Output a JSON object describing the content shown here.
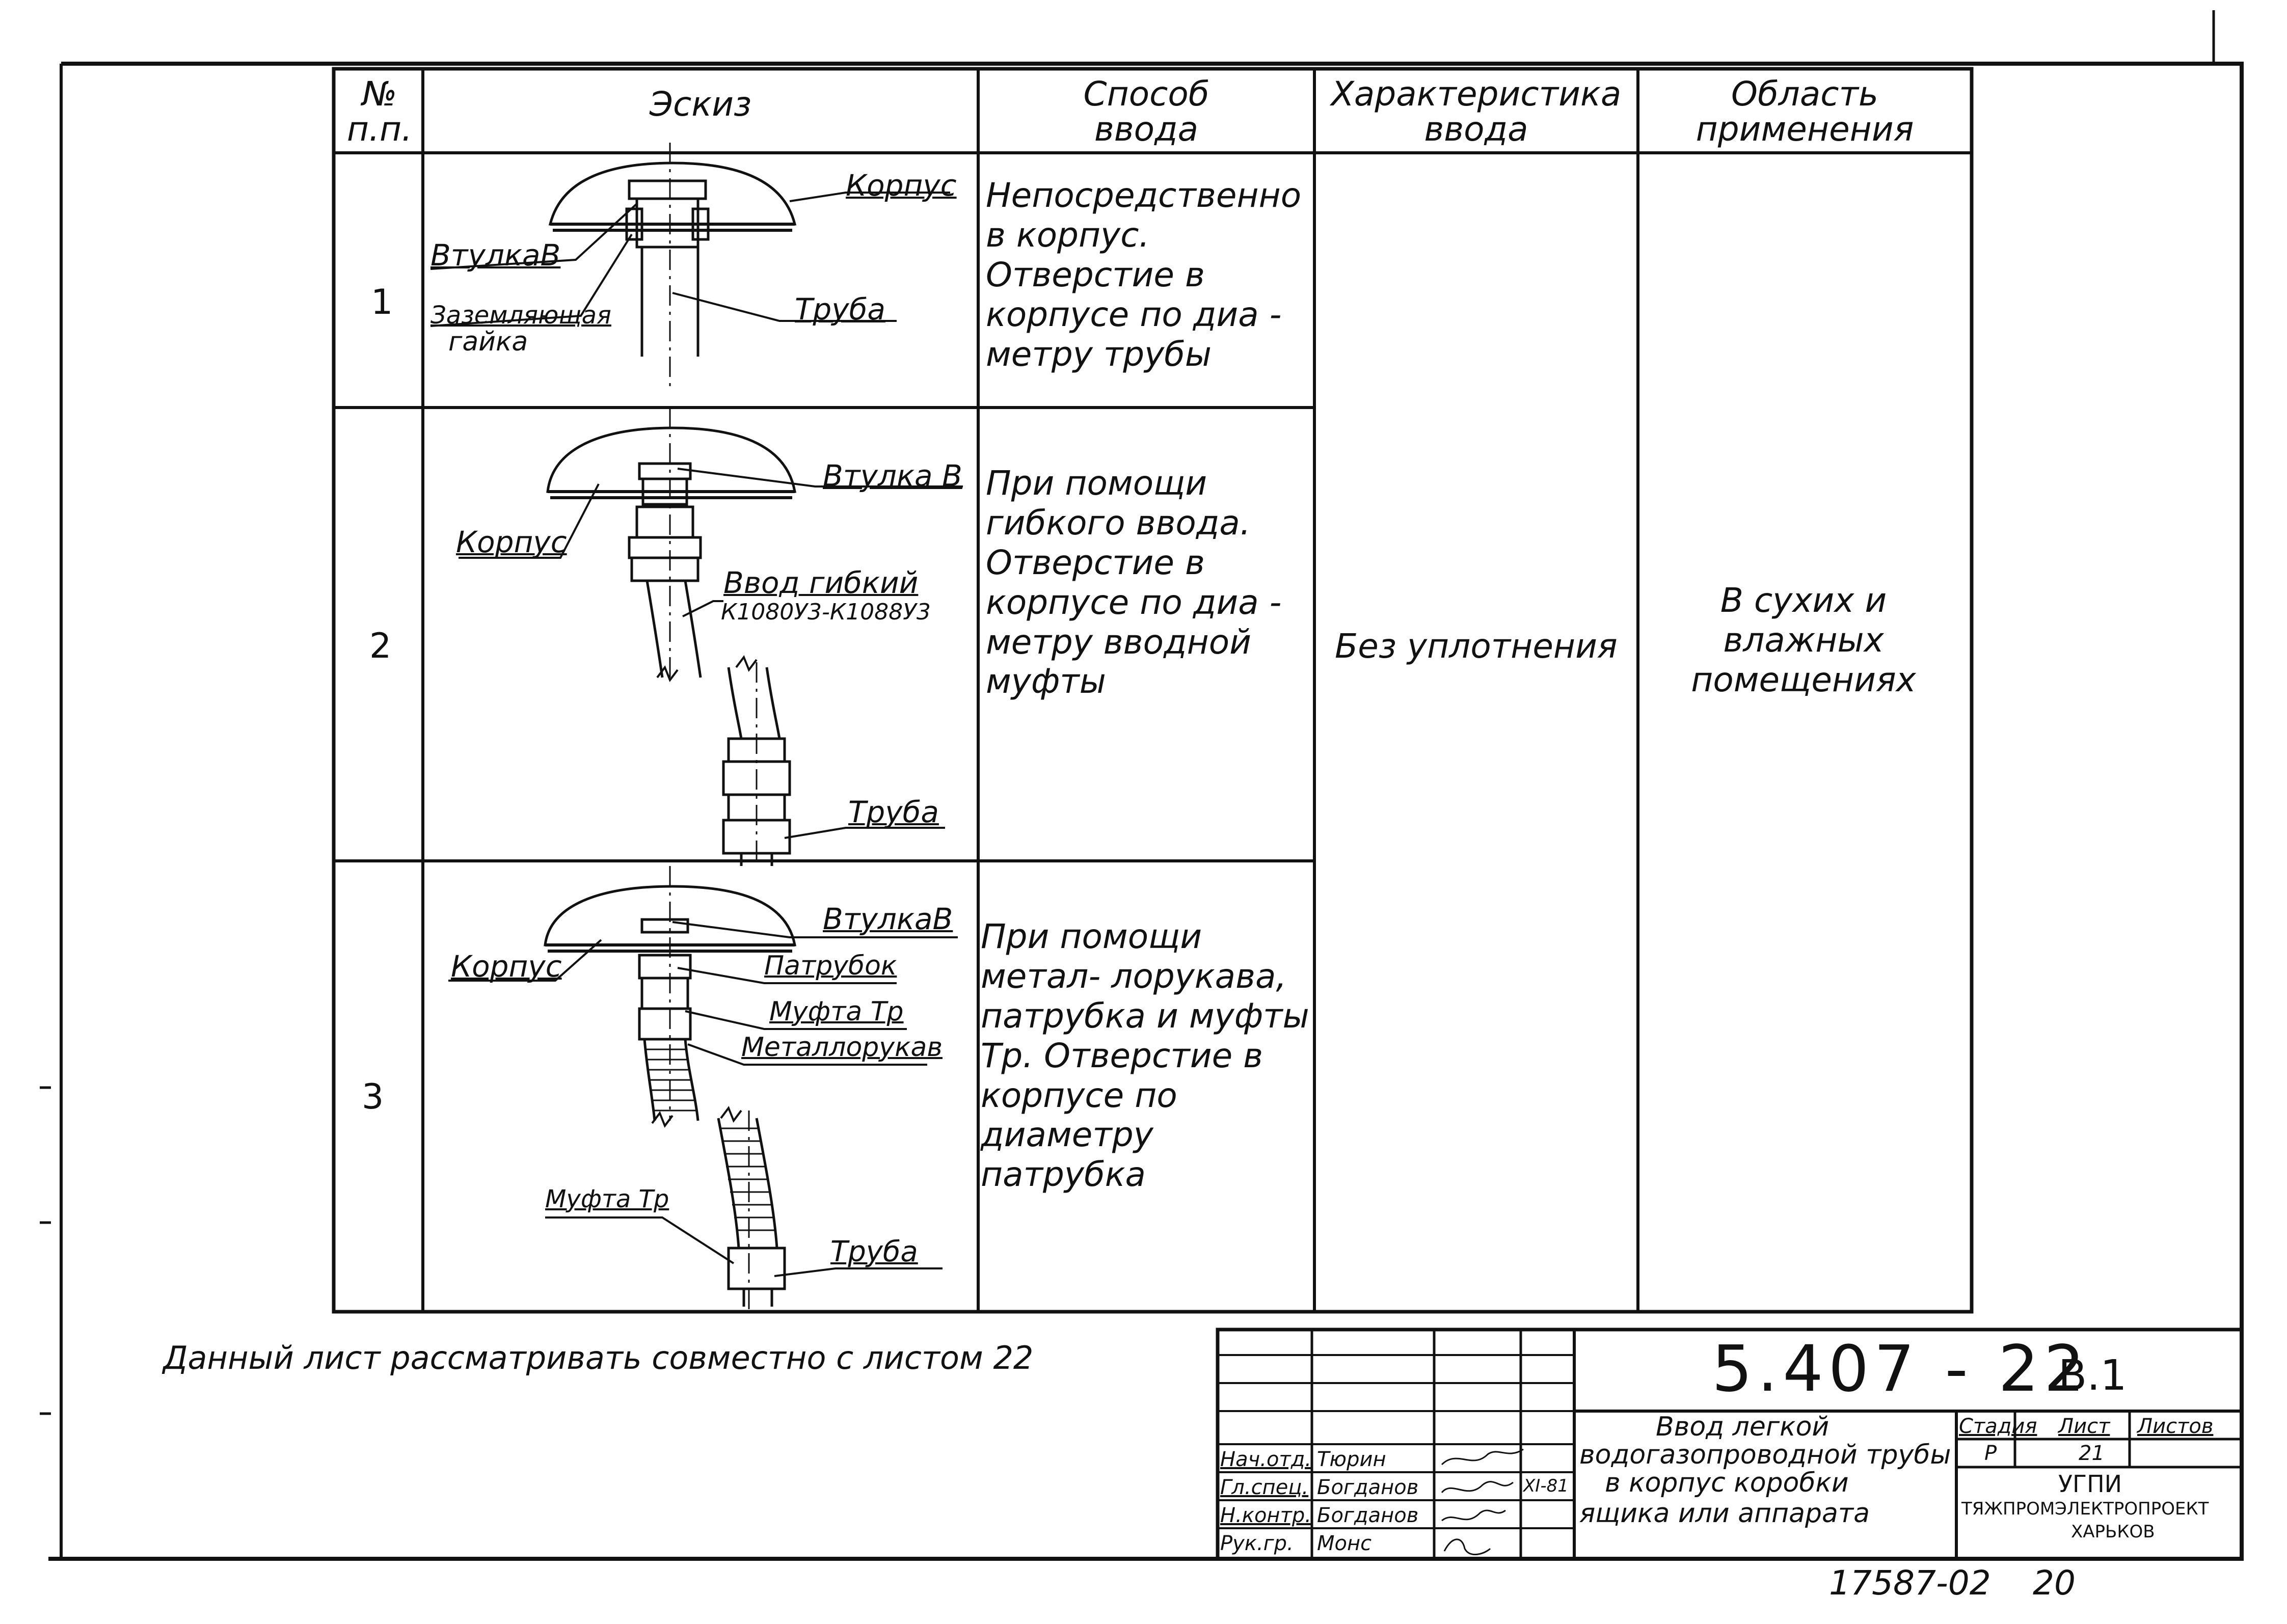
{
  "table": {
    "headers": {
      "num": "№\nп.п.",
      "sketch": "Эскиз",
      "method": "Способ\nввода",
      "characteristic": "Характеристика\nввода",
      "area": "Область\nприменения"
    },
    "rows": [
      {
        "num": "1",
        "method": "Непосредственно в корпус. Отверстие в корпусе по диа - метру трубы",
        "sketch_labels": {
          "body": "Корпус",
          "sleeve": "ВтулкаВ",
          "nut": "Заземляющая",
          "nut2": "гайка",
          "pipe": "Труба"
        }
      },
      {
        "num": "2",
        "method": "При помощи гибкого ввода. Отверстие в корпусе по диа - метру вводной муфты",
        "sketch_labels": {
          "sleeve": "Втулка В",
          "body": "Корпус",
          "flex": "Ввод гибкий",
          "flex_code": "К1080У3-К1088У3",
          "pipe": "Труба"
        }
      },
      {
        "num": "3",
        "method": "При помощи метал- лорукава, патрубка и муфты Тр. Отверстие в корпусе по диаметру патрубка",
        "sketch_labels": {
          "sleeve": "ВтулкаВ",
          "body": "Корпус",
          "nozzle": "Патрубок",
          "coupling": "Муфта Тр",
          "hose": "Металлорукав",
          "coupling2": "Муфта Тр",
          "pipe": "Труба"
        }
      }
    ],
    "characteristic": "Без уплотнения",
    "area": "В сухих и влажных помещениях"
  },
  "note": "Данный лист рассматривать совместно с листом 22",
  "title_block": {
    "doc_code": "5.407 - 22",
    "issue": "В.1",
    "title_lines": [
      "Ввод легкой",
      "водогазопроводной трубы",
      "в корпус коробки",
      "ящика или аппарата"
    ],
    "stage_header": "Стадия",
    "sheet_header": "Лист",
    "sheets_header": "Листов",
    "stage": "Р",
    "sheet": "21",
    "org1": "УГПИ",
    "org2": "ТЯЖПРОМЭЛЕКТРОПРОЕКТ",
    "org3": "ХАРЬКОВ",
    "staff": [
      {
        "role": "Нач.отд.",
        "name": "Тюрин",
        "date": ""
      },
      {
        "role": "Гл.спец.",
        "name": "Богданов",
        "date": "XI-81"
      },
      {
        "role": "Н.контр.",
        "name": "Богданов",
        "date": ""
      },
      {
        "role": "Рук.гр.",
        "name": "Монс",
        "date": ""
      }
    ]
  },
  "footer_code": "17587-02",
  "page_number": "20"
}
